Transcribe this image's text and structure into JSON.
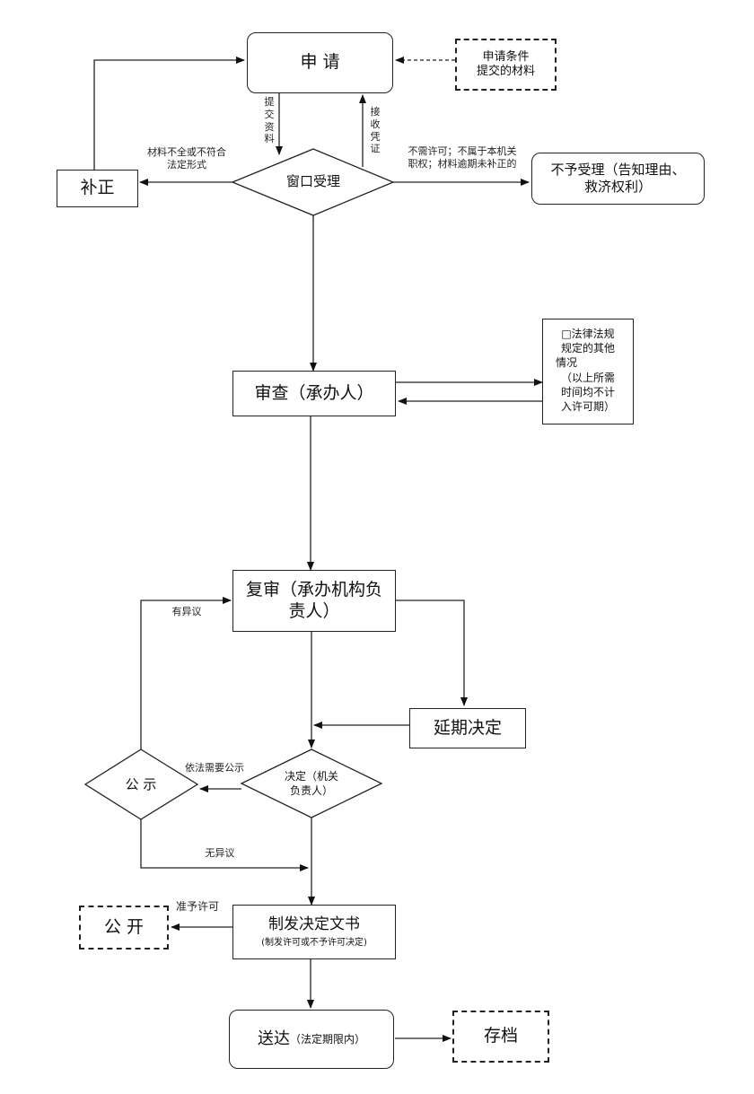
{
  "nodes": {
    "apply": "申 请",
    "apply_conditions": [
      "申请条件",
      "提交的材料"
    ],
    "window_accept": "窗口受理",
    "correction": "补正",
    "reject": [
      "不予受理（告知理由、",
      "救济权利）"
    ],
    "review": "审查（承办人）",
    "other_cases": [
      "□法律法规",
      "规定的其他",
      "情况",
      "（以上所需",
      "时间均不计",
      "入许可期）"
    ],
    "re_review": [
      "复审（承办机构负",
      "责人）"
    ],
    "extend": "延期决定",
    "decision": [
      "决定（机关",
      "负责人）"
    ],
    "publicity": "公 示",
    "issue_doc": "制发决定文书",
    "issue_doc_note": "(制发许可或不予许可决定)",
    "open": "公 开",
    "deliver": "送达",
    "deliver_note": "（法定期限内）",
    "archive": "存档"
  },
  "labels": {
    "submit": [
      "提",
      "交",
      "资",
      "料"
    ],
    "receipt": [
      "接",
      "收",
      "凭",
      "证"
    ],
    "incomplete": [
      "材料不全或不符合",
      "法定形式"
    ],
    "not_accept": [
      "不需许可；不属于本机关",
      "职权；材料逾期未补正的"
    ],
    "objection": "有异议",
    "need_publicity": "依法需要公示",
    "no_objection": "无异议",
    "grant": "准予许可"
  }
}
